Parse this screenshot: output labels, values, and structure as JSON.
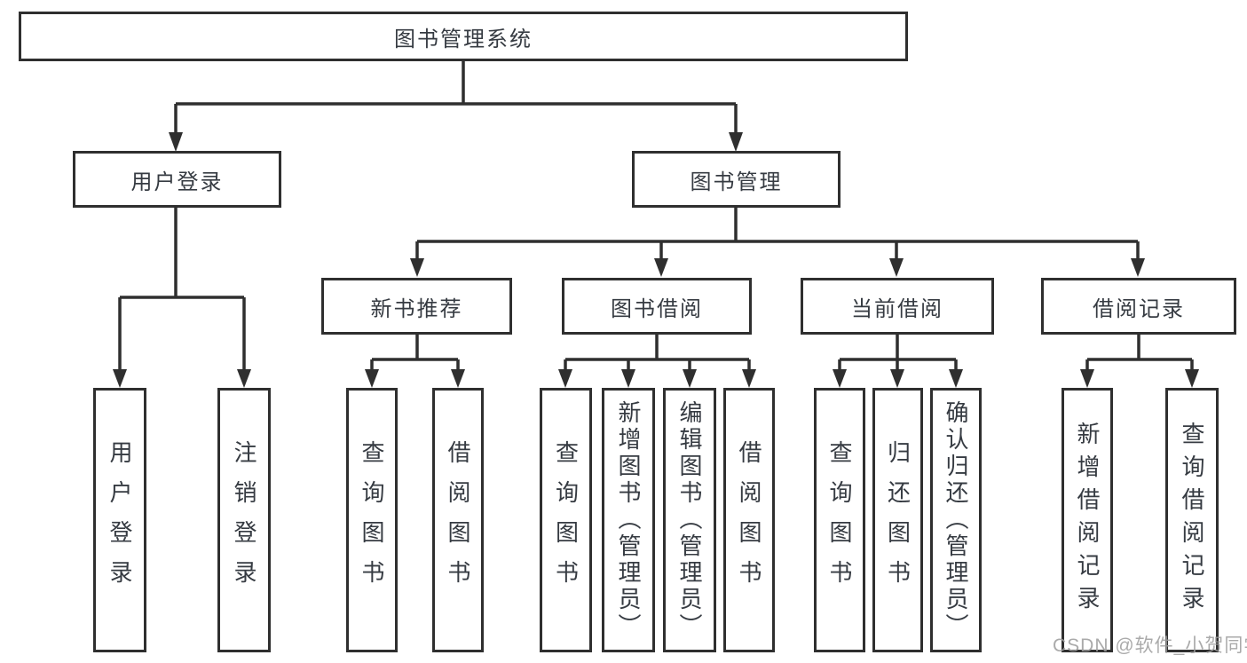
{
  "watermark": "CSDN @软件_小贺同学",
  "root": {
    "label": "图书管理系统"
  },
  "branches": {
    "user_login": {
      "label": "用户登录",
      "children": [
        {
          "label": "用户登录"
        },
        {
          "label": "注销登录"
        }
      ]
    },
    "book_mgmt": {
      "label": "图书管理",
      "children": [
        {
          "label": "新书推荐",
          "children": [
            {
              "label": "查询图书"
            },
            {
              "label": "借阅图书"
            }
          ]
        },
        {
          "label": "图书借阅",
          "children": [
            {
              "label": "查询图书"
            },
            {
              "label": "新增图书（管理员）"
            },
            {
              "label": "编辑图书（管理员）"
            },
            {
              "label": "借阅图书"
            }
          ]
        },
        {
          "label": "当前借阅",
          "children": [
            {
              "label": "查询图书"
            },
            {
              "label": "归还图书"
            },
            {
              "label": "确认归还（管理员）"
            }
          ]
        },
        {
          "label": "借阅记录",
          "children": [
            {
              "label": "新增借阅记录"
            },
            {
              "label": "查询借阅记录"
            }
          ]
        }
      ]
    }
  }
}
